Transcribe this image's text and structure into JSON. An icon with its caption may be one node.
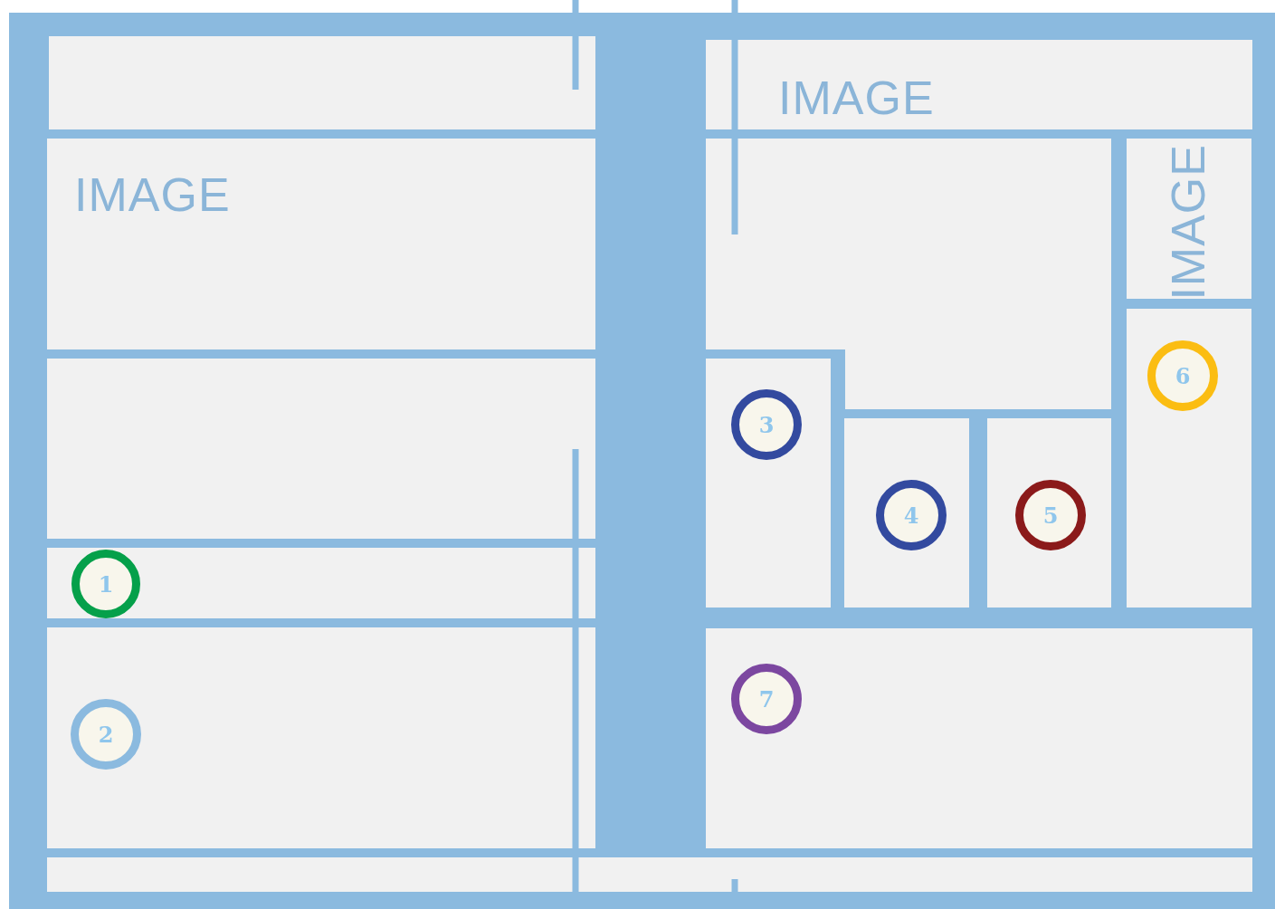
{
  "diagram": {
    "nodes": [
      {
        "text": [],
        "shape": "box"
      },
      {
        "text": [
          "IMAGE"
        ]
      },
      {
        "text": [
          "IMAGE"
        ]
      },
      {
        "text": [],
        "shape": "box"
      },
      {
        "text": [
          "IMAGE"
        ]
      },
      {
        "text": [],
        "shape": "box"
      },
      {
        "text": [
          "6"
        ],
        "in": 5
      },
      {
        "text": [],
        "shape": "box"
      },
      {
        "text": [],
        "shape": "box"
      },
      {
        "text": [
          "3"
        ],
        "in": 8
      },
      {
        "text": [],
        "shape": "box"
      },
      {
        "text": [
          "4"
        ],
        "in": 10
      },
      {
        "text": [],
        "shape": "box"
      },
      {
        "text": [
          "5"
        ],
        "in": 12
      },
      {
        "text": [],
        "shape": "box"
      },
      {
        "text": [
          "1"
        ],
        "in": 14
      },
      {
        "text": [],
        "shape": "box"
      },
      {
        "text": [
          "2"
        ],
        "in": 16
      },
      {
        "text": [],
        "shape": "box"
      },
      {
        "text": [
          "7"
        ],
        "in": 18
      },
      {
        "text": [],
        "shape": "box"
      }
    ]
  }
}
